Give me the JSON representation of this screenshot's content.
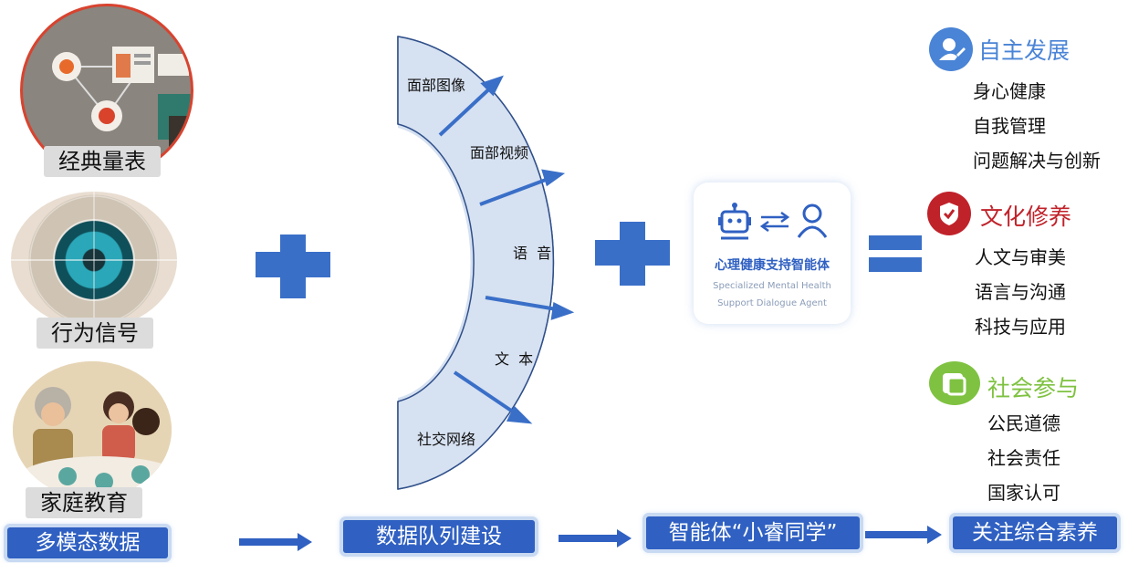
{
  "inputs": {
    "scale_label": "经典量表",
    "behavior_label": "行为信号",
    "family_label": "家庭教育",
    "multimodal_label": "多模态数据"
  },
  "modalities": {
    "face_image": "面部图像",
    "face_video": "面部视频",
    "speech": "语  音",
    "text": "文  本",
    "social_network": "社交网络"
  },
  "agent": {
    "name_cn": "心理健康支持智能体",
    "name_en_line1": "Specialized Mental Health",
    "name_en_line2": "Support Dialogue Agent",
    "icon_robot": "robot-icon",
    "icon_exchange": "exchange-arrows-icon",
    "icon_person": "person-icon"
  },
  "outcomes": {
    "autonomy": {
      "title": "自主发展",
      "color": "#4a84d6",
      "items": [
        "身心健康",
        "自我管理",
        "问题解决与创新"
      ]
    },
    "culture": {
      "title": "文化修养",
      "color": "#c0222a",
      "items": [
        "人文与审美",
        "语言与沟通",
        "科技与应用"
      ]
    },
    "social": {
      "title": "社会参与",
      "color": "#7fc241",
      "items": [
        "公民道德",
        "社会责任",
        "国家认可"
      ]
    }
  },
  "flow": {
    "step2": "数据队列建设",
    "step3": "智能体“小睿同学”",
    "step4": "关注综合素养"
  },
  "colors": {
    "accent_blue": "#3a6fc8",
    "arc_fill": "#dde6f3",
    "arc_stroke": "#2f4f8a"
  }
}
